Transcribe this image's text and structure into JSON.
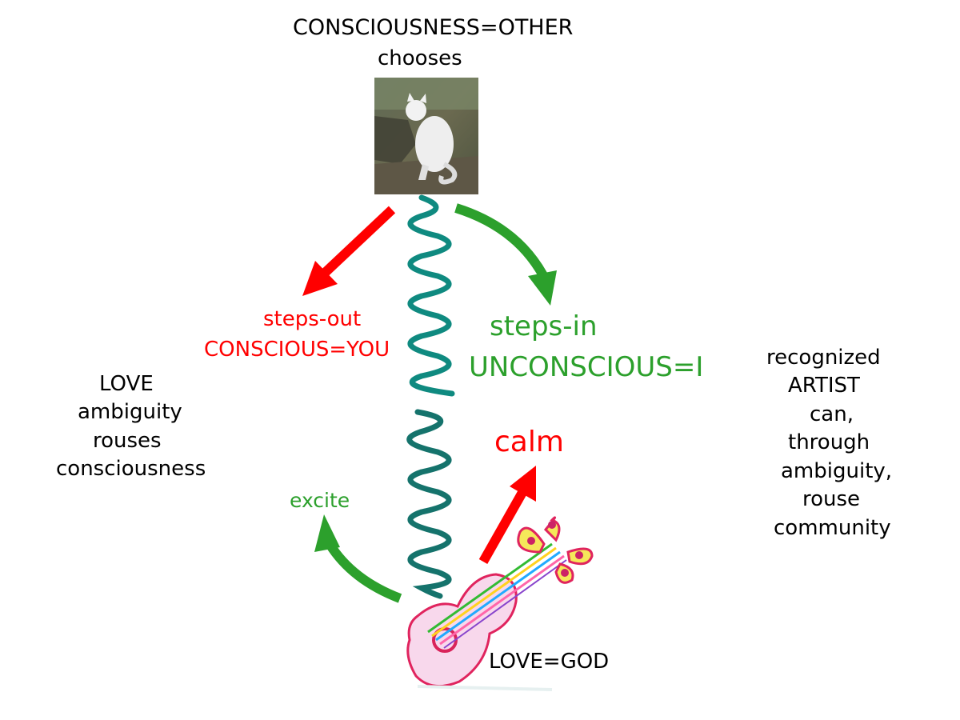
{
  "top": {
    "title": "CONSCIOUSNESS=OTHER",
    "subtitle": "chooses"
  },
  "left_branch": {
    "line1": "steps-out",
    "line2": "CONSCIOUS=YOU"
  },
  "right_branch": {
    "line1": "steps-in",
    "line2": "UNCONSCIOUS=I"
  },
  "left_notes": [
    "LOVE",
    "ambiguity",
    "rouses",
    "consciousness"
  ],
  "right_notes": [
    "recognized",
    "ARTIST",
    "can,",
    "through",
    "ambiguity,",
    "rouse",
    "community"
  ],
  "lower": {
    "excite": "excite",
    "calm": "calm",
    "bottom": "LOVE=GOD"
  },
  "colors": {
    "red": "#ff0000",
    "green": "#2ca02c",
    "teal_spring": "#0f8a80"
  },
  "images": {
    "top_picture": "white-cat-photo",
    "bottom_picture": "hand-drawn-pink-guitar"
  }
}
